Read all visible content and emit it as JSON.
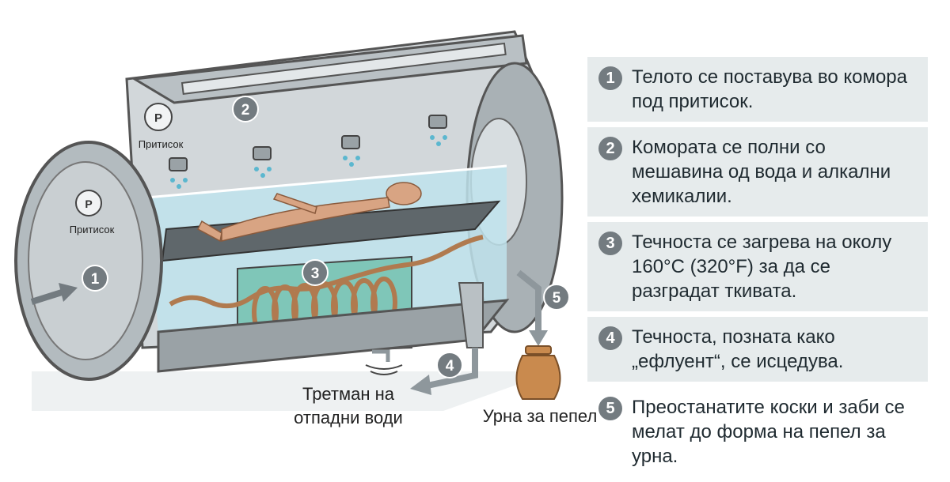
{
  "labels": {
    "pressure_top": "Притисок",
    "pressure_door": "Притисок",
    "gauge_symbol": "P",
    "waste_line1": "Третман на",
    "waste_line2": "отпадни води",
    "urn": "Урна за пепел"
  },
  "markers": [
    "1",
    "2",
    "3",
    "4",
    "5"
  ],
  "steps": [
    {
      "num": "1",
      "text": "Телото се поставува во комора под притисок."
    },
    {
      "num": "2",
      "text": "Комората се полни со мешавина од вода и алкални хемикалии."
    },
    {
      "num": "3",
      "text": "Течноста се загрева на околу 160°C (320°F) за да се разградат ткивата."
    },
    {
      "num": "4",
      "text": "Течноста, позната како „ефлуент“, се исцедува."
    },
    {
      "num": "5",
      "text": "Преостанатите коски и заби се мелат до форма на пепел за урна."
    }
  ],
  "colors": {
    "chamber": "#c9cfd2",
    "chamber_dark": "#8e979c",
    "water": "#bfe3ec",
    "heater_coil": "#b07a4f",
    "body": "#d8a483",
    "urn": "#c98a4e",
    "marker": "#737b80",
    "panel": "#e6ebec"
  }
}
